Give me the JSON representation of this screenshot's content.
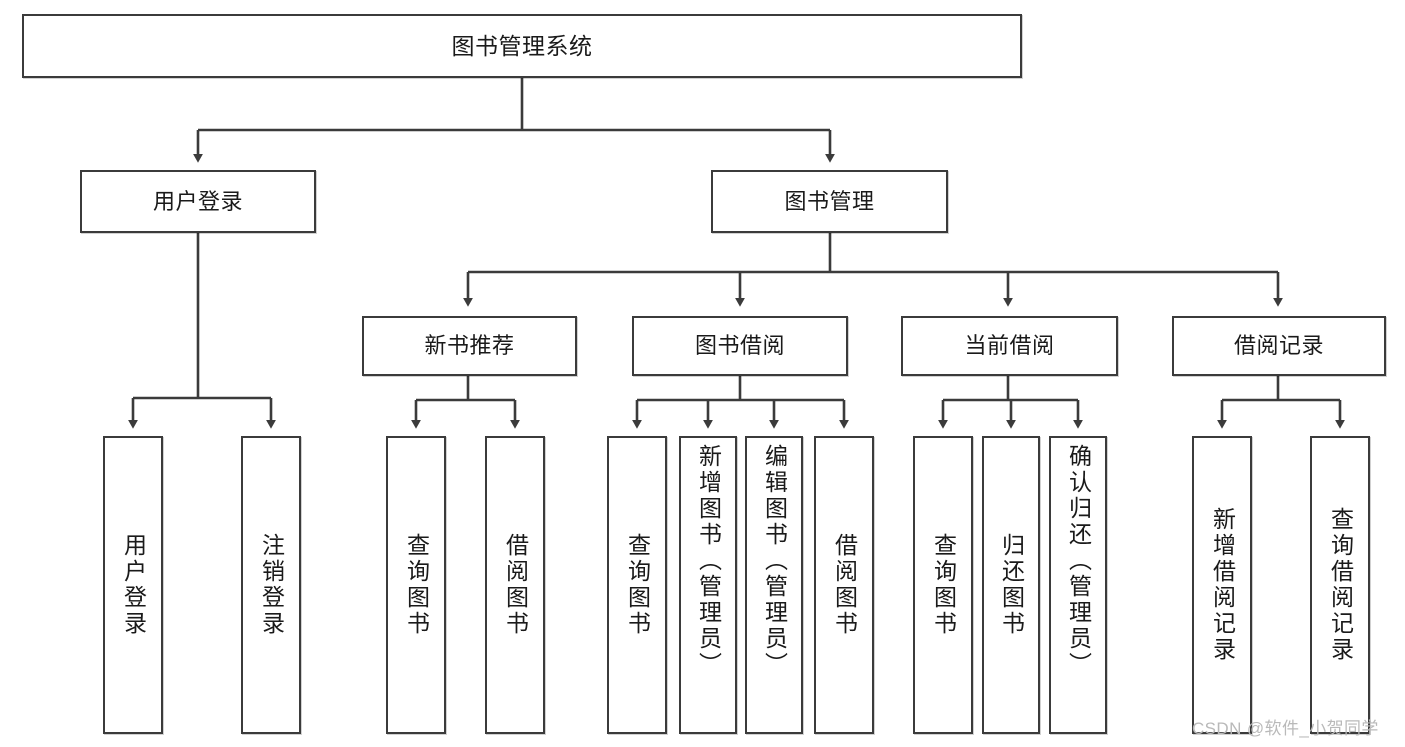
{
  "diagram": {
    "title": "图书管理系统",
    "type": "tree-hierarchy",
    "watermark": "CSDN @软件_小贺同学",
    "colors": {
      "stroke": "#3b3b3b",
      "fill": "#ffffff",
      "text": "#1a1a1a",
      "watermark": "#b9b9b9"
    },
    "root": {
      "id": "root",
      "label": "图书管理系统"
    },
    "level2": [
      {
        "id": "user-login",
        "label": "用户登录"
      },
      {
        "id": "book-manage",
        "label": "图书管理"
      }
    ],
    "level3": [
      {
        "id": "new-book-rec",
        "label": "新书推荐",
        "parent": "book-manage"
      },
      {
        "id": "book-borrow",
        "label": "图书借阅",
        "parent": "book-manage"
      },
      {
        "id": "current-borrow",
        "label": "当前借阅",
        "parent": "book-manage"
      },
      {
        "id": "borrow-record",
        "label": "借阅记录",
        "parent": "book-manage"
      }
    ],
    "leaves": {
      "user-login": [
        {
          "id": "leaf-user-login",
          "label": "用户登录"
        },
        {
          "id": "leaf-logout",
          "label": "注销登录"
        }
      ],
      "new-book-rec": [
        {
          "id": "leaf-query-book-1",
          "label": "查询图书"
        },
        {
          "id": "leaf-borrow-book-1",
          "label": "借阅图书"
        }
      ],
      "book-borrow": [
        {
          "id": "leaf-query-book-2",
          "label": "查询图书"
        },
        {
          "id": "leaf-add-book",
          "label": "新增图书（管理员）"
        },
        {
          "id": "leaf-edit-book",
          "label": "编辑图书（管理员）"
        },
        {
          "id": "leaf-borrow-book-2",
          "label": "借阅图书"
        }
      ],
      "current-borrow": [
        {
          "id": "leaf-query-book-3",
          "label": "查询图书"
        },
        {
          "id": "leaf-return-book",
          "label": "归还图书"
        },
        {
          "id": "leaf-confirm-return",
          "label": "确认归还（管理员）"
        }
      ],
      "borrow-record": [
        {
          "id": "leaf-add-record",
          "label": "新增借阅记录"
        },
        {
          "id": "leaf-query-record",
          "label": "查询借阅记录"
        }
      ]
    }
  }
}
